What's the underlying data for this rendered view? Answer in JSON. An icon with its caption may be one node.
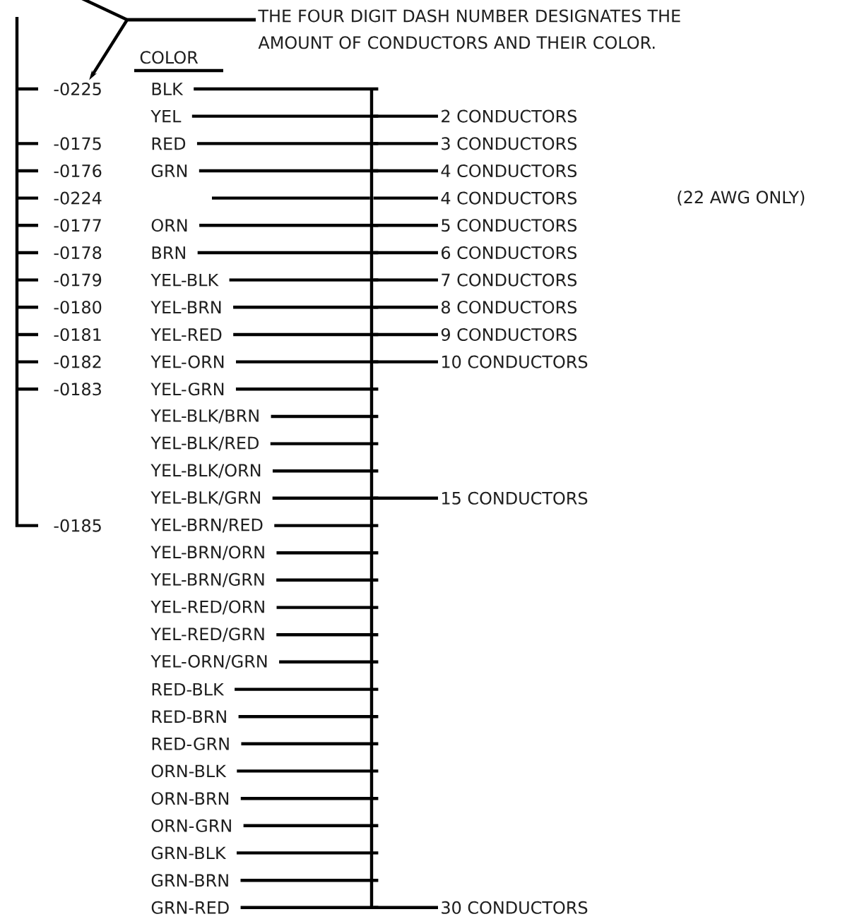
{
  "diagram": {
    "nodes": [
      {
        "text": [
          "THE FOUR DIGIT DASH NUMBER DESIGNATES THE AMOUNT OF CONDUCTORS AND THEIR COLOR."
        ]
      },
      {
        "text": [
          "-0225"
        ]
      },
      {
        "text": [
          "BLK"
        ]
      },
      {
        "text": [
          "YEL"
        ]
      },
      {
        "text": [
          "2 CONDUCTORS"
        ]
      },
      {
        "text": [
          "-0175"
        ]
      },
      {
        "text": [
          "RED"
        ]
      },
      {
        "text": [
          "3 CONDUCTORS"
        ]
      },
      {
        "text": [
          "-0176"
        ]
      },
      {
        "text": [
          "GRN"
        ]
      },
      {
        "text": [
          "4 CONDUCTORS"
        ]
      },
      {
        "text": [
          "-0224"
        ]
      },
      {
        "text": [
          "4 CONDUCTORS"
        ]
      },
      {
        "text": [
          "-0177"
        ]
      },
      {
        "text": [
          "ORN"
        ]
      },
      {
        "text": [
          "5 CONDUCTORS"
        ]
      },
      {
        "text": [
          "-0178"
        ]
      },
      {
        "text": [
          "BRN"
        ]
      },
      {
        "text": [
          "6 CONDUCTORS"
        ]
      },
      {
        "text": [
          "-0179"
        ]
      },
      {
        "text": [
          "YEL-BLK"
        ]
      },
      {
        "text": [
          "7 CONDUCTORS"
        ]
      },
      {
        "text": [
          "-0180"
        ]
      },
      {
        "text": [
          "YEL-BRN"
        ]
      },
      {
        "text": [
          "8 CONDUCTORS"
        ]
      },
      {
        "text": [
          "-0181"
        ]
      },
      {
        "text": [
          "YEL-RED"
        ]
      },
      {
        "text": [
          "9 CONDUCTORS"
        ]
      },
      {
        "text": [
          "-0182"
        ]
      },
      {
        "text": [
          "YEL-ORN"
        ]
      },
      {
        "text": [
          "10 CONDUCTORS"
        ]
      },
      {
        "text": [
          "-0183"
        ]
      },
      {
        "text": [
          "YEL-GRN"
        ]
      },
      {
        "text": [
          "YEL-BLK/BRN"
        ]
      },
      {
        "text": [
          "YEL-BLK/RED"
        ]
      },
      {
        "text": [
          "YEL-BLK/ORN"
        ]
      },
      {
        "text": [
          "YEL-BLK/GRN"
        ]
      },
      {
        "text": [
          "15 CONDUCTORS"
        ]
      },
      {
        "text": [
          "-0185"
        ]
      },
      {
        "text": [
          "YEL-BRN/RED"
        ]
      },
      {
        "text": [
          "YEL-BRN/ORN"
        ]
      },
      {
        "text": [
          "YEL-BRN/GRN"
        ]
      },
      {
        "text": [
          "YEL-RED/ORN"
        ]
      },
      {
        "text": [
          "YEL-RED/GRN"
        ]
      },
      {
        "text": [
          "YEL-ORN/GRN"
        ]
      },
      {
        "text": [
          "RED-BLK"
        ]
      },
      {
        "text": [
          "RED-BRN"
        ]
      },
      {
        "text": [
          "RED-GRN"
        ]
      },
      {
        "text": [
          "ORN-BLK"
        ]
      },
      {
        "text": [
          "ORN-BRN"
        ]
      },
      {
        "text": [
          "ORN-GRN"
        ]
      },
      {
        "text": [
          "GRN-BLK"
        ]
      },
      {
        "text": [
          "GRN-BRN"
        ]
      },
      {
        "text": [
          "GRN-RED"
        ]
      },
      {
        "text": [
          "30 CONDUCTORS"
        ]
      },
      {
        "text": [],
        "shape": "bar"
      }
    ],
    "edges": [
      {
        "from": 0,
        "to": null,
        "arrow": "none"
      },
      {
        "from": 0,
        "to": 1,
        "arrow": "to"
      },
      {
        "from": 2,
        "to": 55,
        "arrow": "none"
      },
      {
        "from": 3,
        "to": 55,
        "arrow": "none"
      },
      {
        "from": 55,
        "to": 4,
        "arrow": "none"
      },
      {
        "from": 6,
        "to": 55,
        "arrow": "none"
      },
      {
        "from": 55,
        "to": 7,
        "arrow": "none"
      },
      {
        "from": 9,
        "to": 55,
        "arrow": "none"
      },
      {
        "from": 55,
        "to": 10,
        "arrow": "none"
      },
      {
        "from": null,
        "to": 55,
        "arrow": "none"
      },
      {
        "from": 55,
        "to": 12,
        "arrow": "none"
      },
      {
        "from": 14,
        "to": 55,
        "arrow": "none"
      },
      {
        "from": 55,
        "to": 15,
        "arrow": "none"
      },
      {
        "from": 17,
        "to": 55,
        "arrow": "none"
      },
      {
        "from": 55,
        "to": 18,
        "arrow": "none"
      },
      {
        "from": 20,
        "to": 55,
        "arrow": "none"
      },
      {
        "from": 55,
        "to": 21,
        "arrow": "none"
      },
      {
        "from": 23,
        "to": 55,
        "arrow": "none"
      },
      {
        "from": 55,
        "to": 24,
        "arrow": "none"
      },
      {
        "from": 26,
        "to": 55,
        "arrow": "none"
      },
      {
        "from": 55,
        "to": 27,
        "arrow": "none"
      },
      {
        "from": 29,
        "to": 55,
        "arrow": "none"
      },
      {
        "from": 55,
        "to": 30,
        "arrow": "none"
      },
      {
        "from": 32,
        "to": 55,
        "arrow": "none"
      },
      {
        "from": 33,
        "to": 55,
        "arrow": "none"
      },
      {
        "from": 34,
        "to": 55,
        "arrow": "none"
      },
      {
        "from": 35,
        "to": 55,
        "arrow": "none"
      },
      {
        "from": 36,
        "to": 55,
        "arrow": "none"
      },
      {
        "from": 55,
        "to": 37,
        "arrow": "none"
      },
      {
        "from": 39,
        "to": 55,
        "arrow": "none"
      },
      {
        "from": 40,
        "to": 55,
        "arrow": "none"
      },
      {
        "from": 41,
        "to": 55,
        "arrow": "none"
      },
      {
        "from": 42,
        "to": 55,
        "arrow": "none"
      },
      {
        "from": 43,
        "to": 55,
        "arrow": "none"
      },
      {
        "from": 44,
        "to": 55,
        "arrow": "none"
      },
      {
        "from": 45,
        "to": 55,
        "arrow": "none"
      },
      {
        "from": 46,
        "to": 55,
        "arrow": "none"
      },
      {
        "from": 47,
        "to": 55,
        "arrow": "none"
      },
      {
        "from": 48,
        "to": 55,
        "arrow": "none"
      },
      {
        "from": 49,
        "to": 55,
        "arrow": "none"
      },
      {
        "from": 50,
        "to": 55,
        "arrow": "none"
      },
      {
        "from": 51,
        "to": 55,
        "arrow": "none"
      },
      {
        "from": 52,
        "to": 55,
        "arrow": "none"
      },
      {
        "from": 53,
        "to": 55,
        "arrow": "none"
      },
      {
        "from": 55,
        "to": 54,
        "arrow": "none"
      }
    ],
    "labels": [
      "COLOR",
      "(22 AWG ONLY)"
    ]
  }
}
